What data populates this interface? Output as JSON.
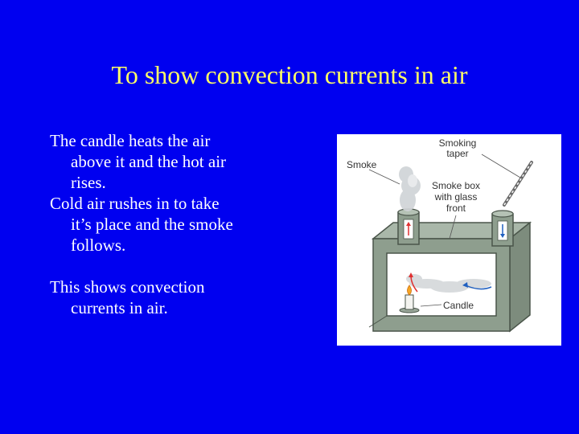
{
  "slide": {
    "title": "To show convection currents in air",
    "bullets": [
      [
        "The candle heats the air",
        "above it and the hot air",
        "rises."
      ],
      [
        "Cold air rushes in to take",
        "it’s place and the smoke",
        "follows."
      ],
      [
        "This shows convection",
        "currents in air."
      ]
    ]
  },
  "diagram": {
    "labels": {
      "smoke": "Smoke",
      "smoking_taper": [
        "Smoking",
        "taper"
      ],
      "smoke_box": [
        "Smoke box",
        "with glass",
        "front"
      ],
      "candle": "Candle"
    }
  },
  "colors": {
    "background": "#0000f0",
    "title": "#ffff66",
    "text": "#ffffff",
    "box": "#8c9c8c",
    "hot_arrow": "#e03030",
    "cold_arrow": "#2060c0"
  }
}
